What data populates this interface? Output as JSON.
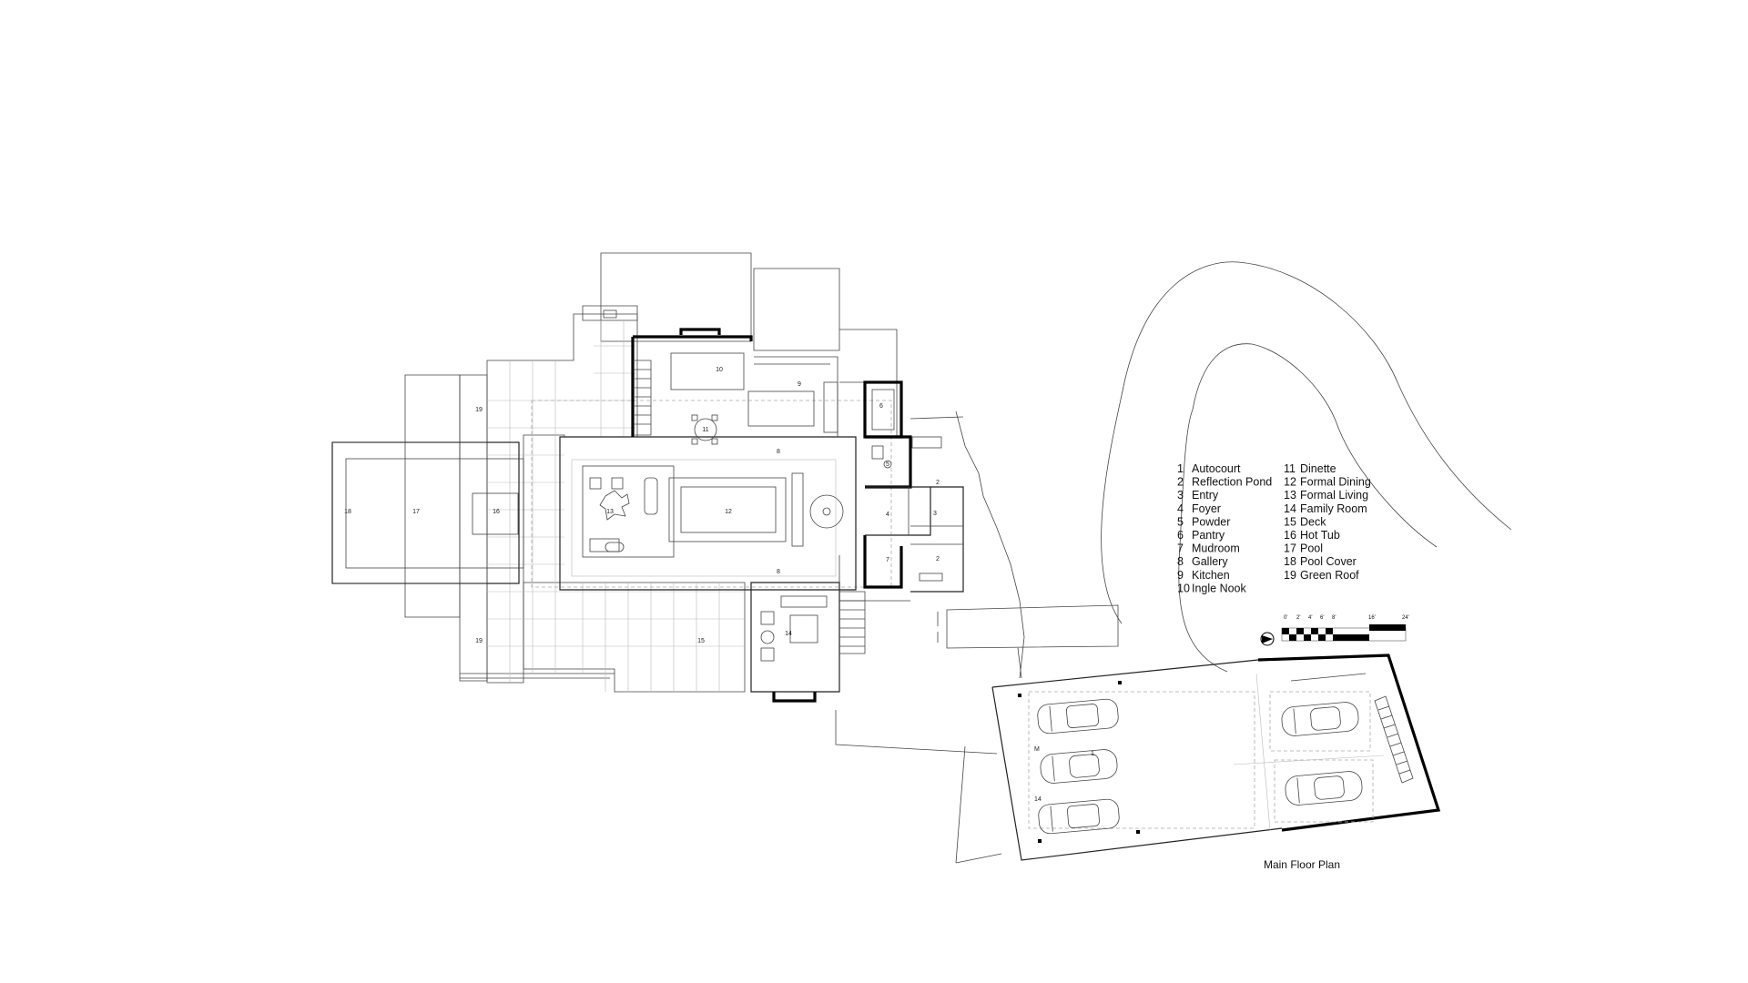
{
  "title": "Main Floor Plan",
  "legend": [
    {
      "num": "1",
      "name": "Autocourt"
    },
    {
      "num": "2",
      "name": "Reflection Pond"
    },
    {
      "num": "3",
      "name": "Entry"
    },
    {
      "num": "4",
      "name": "Foyer"
    },
    {
      "num": "5",
      "name": "Powder"
    },
    {
      "num": "6",
      "name": "Pantry"
    },
    {
      "num": "7",
      "name": "Mudroom"
    },
    {
      "num": "8",
      "name": "Gallery"
    },
    {
      "num": "9",
      "name": "Kitchen"
    },
    {
      "num": "10",
      "name": "Ingle Nook"
    },
    {
      "num": "11",
      "name": "Dinette"
    },
    {
      "num": "12",
      "name": "Formal Dining"
    },
    {
      "num": "13",
      "name": "Formal Living"
    },
    {
      "num": "14",
      "name": "Family Room"
    },
    {
      "num": "15",
      "name": "Deck"
    },
    {
      "num": "16",
      "name": "Hot Tub"
    },
    {
      "num": "17",
      "name": "Pool"
    },
    {
      "num": "18",
      "name": "Pool Cover"
    },
    {
      "num": "19",
      "name": "Green Roof"
    }
  ],
  "scale_bar": {
    "ticks": [
      "0'",
      "2'",
      "4'",
      "6'",
      "8'",
      "16'",
      "24'"
    ]
  },
  "room_labels": {
    "r1": "1",
    "r2a": "2",
    "r2b": "2",
    "r3": "3",
    "r4": "4",
    "r5": "5",
    "r6": "6",
    "r7": "7",
    "r8a": "8",
    "r8b": "8",
    "r9": "9",
    "r10": "10",
    "r11": "11",
    "r12": "12",
    "r13": "13",
    "r14": "14",
    "r15": "15",
    "r16": "16",
    "r17": "17",
    "r18": "18",
    "r19a": "19",
    "r19b": "19"
  }
}
